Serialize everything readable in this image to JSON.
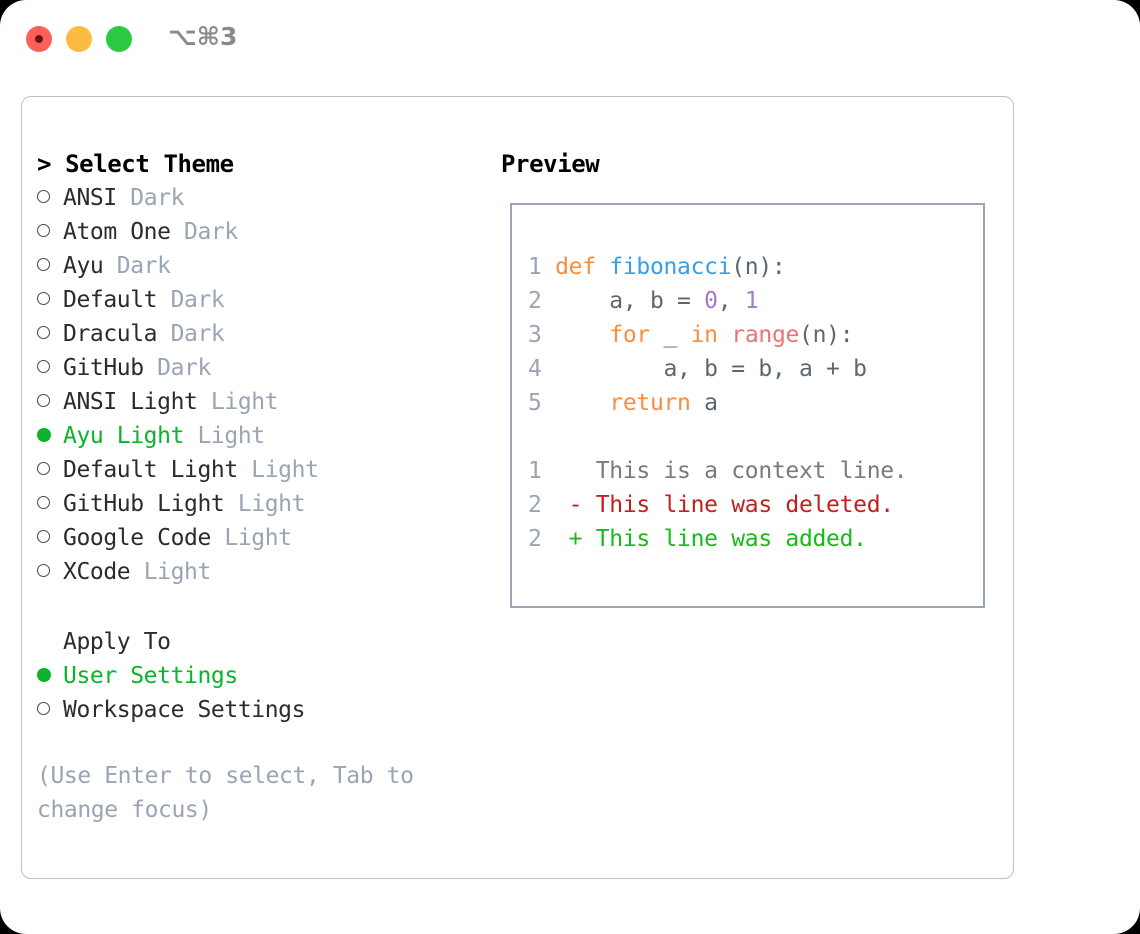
{
  "titlebar": {
    "shortcut": "⌥⌘3",
    "traffic_lights": [
      "close",
      "minimize",
      "maximize"
    ],
    "colors": {
      "red": "#fc6058",
      "yellow": "#fdbc40",
      "green": "#2bca42",
      "record_dot": "#6e1310"
    }
  },
  "left": {
    "header": "> Select Theme",
    "themes": [
      {
        "name": "ANSI",
        "kind": "Dark",
        "selected": false
      },
      {
        "name": "Atom One",
        "kind": "Dark",
        "selected": false
      },
      {
        "name": "Ayu",
        "kind": "Dark",
        "selected": false
      },
      {
        "name": "Default",
        "kind": "Dark",
        "selected": false
      },
      {
        "name": "Dracula",
        "kind": "Dark",
        "selected": false
      },
      {
        "name": "GitHub",
        "kind": "Dark",
        "selected": false
      },
      {
        "name": "ANSI Light",
        "kind": "Light",
        "selected": false
      },
      {
        "name": "Ayu Light",
        "kind": "Light",
        "selected": true
      },
      {
        "name": "Default Light",
        "kind": "Light",
        "selected": false
      },
      {
        "name": "GitHub Light",
        "kind": "Light",
        "selected": false
      },
      {
        "name": "Google Code",
        "kind": "Light",
        "selected": false
      },
      {
        "name": "XCode",
        "kind": "Light",
        "selected": false
      }
    ],
    "apply_to_header": "Apply To",
    "apply_to_options": [
      {
        "name": "User Settings",
        "selected": true
      },
      {
        "name": "Workspace Settings",
        "selected": false
      }
    ],
    "hint": "(Use Enter to select, Tab to change focus)"
  },
  "right": {
    "preview_title": "Preview",
    "code_lines": [
      {
        "no": "1",
        "tokens": [
          {
            "t": "def ",
            "c": "kw"
          },
          {
            "t": "fibonacci",
            "c": "fn"
          },
          {
            "t": "(n):",
            "c": "pl"
          }
        ]
      },
      {
        "no": "2",
        "tokens": [
          {
            "t": "    a, b = ",
            "c": "pl"
          },
          {
            "t": "0",
            "c": "num"
          },
          {
            "t": ", ",
            "c": "pl"
          },
          {
            "t": "1",
            "c": "num"
          }
        ]
      },
      {
        "no": "3",
        "tokens": [
          {
            "t": "    ",
            "c": "pl"
          },
          {
            "t": "for",
            "c": "kw"
          },
          {
            "t": " _ ",
            "c": "pl"
          },
          {
            "t": "in",
            "c": "kw"
          },
          {
            "t": " ",
            "c": "pl"
          },
          {
            "t": "range",
            "c": "bi"
          },
          {
            "t": "(n):",
            "c": "pl"
          }
        ]
      },
      {
        "no": "4",
        "tokens": [
          {
            "t": "        a, b = b, a + b",
            "c": "pl"
          }
        ]
      },
      {
        "no": "5",
        "tokens": [
          {
            "t": "    ",
            "c": "pl"
          },
          {
            "t": "return",
            "c": "kw"
          },
          {
            "t": " a",
            "c": "pl"
          }
        ]
      }
    ],
    "diff_lines": [
      {
        "no": "1",
        "sign": " ",
        "text": "This is a context line.",
        "c": "ctx"
      },
      {
        "no": "2",
        "sign": "-",
        "text": "This line was deleted.",
        "c": "del"
      },
      {
        "no": "2",
        "sign": "+",
        "text": "This line was added.",
        "c": "add"
      }
    ],
    "syntax_colors": {
      "keyword": "#fa8d3e",
      "function": "#399ee6",
      "number": "#a37acc",
      "builtin": "#f07171",
      "plain": "#5c6773",
      "line_number": "#9aa4b3",
      "diff_context": "#7a7a7a",
      "diff_deleted": "#c02020",
      "diff_added": "#18ba18"
    }
  }
}
